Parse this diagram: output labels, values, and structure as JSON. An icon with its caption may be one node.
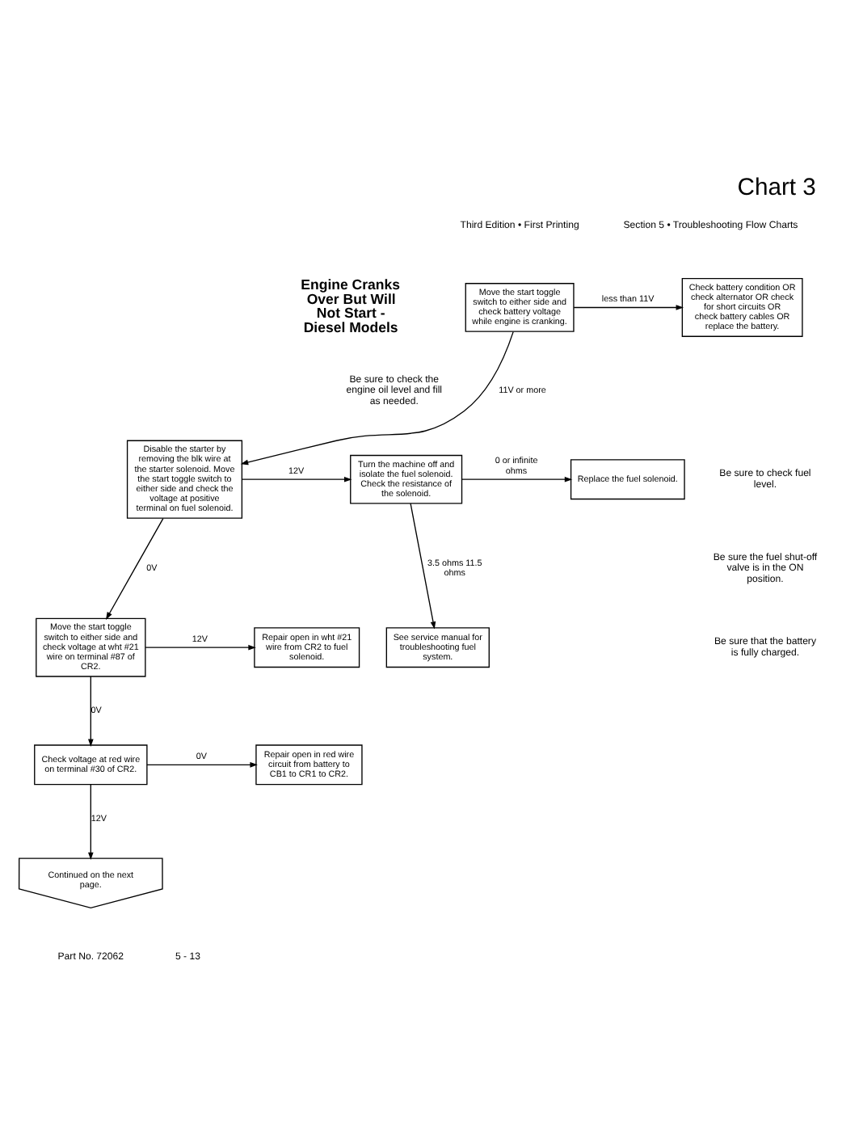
{
  "diagram": {
    "title": "Chart 3",
    "nodes": [
      {
        "text": [
          "Move the start toggle switch to either side and check battery voltage while engine is cranking."
        ]
      },
      {
        "text": [
          "Check battery condition OR check alternator OR check for short circuits OR check battery cables OR replace the battery."
        ]
      },
      {
        "text": [
          "Disable the starter by removing the blk wire at the starter solenoid. Move the start toggle switch to either side and check the voltage at positive terminal on fuel solenoid."
        ]
      },
      {
        "text": [
          "Turn the machine off and isolate the fuel solenoid. Check the resistance of the solenoid."
        ]
      },
      {
        "text": [
          "Replace the fuel solenoid."
        ]
      },
      {
        "text": [
          "See service manual for troubleshooting fuel system."
        ]
      },
      {
        "text": [
          "Move the start toggle switch to either side and check voltage at wht #21 wire on terminal #87 of CR2."
        ]
      },
      {
        "text": [
          "Repair open in wht #21 wire from CR2 to fuel solenoid."
        ]
      },
      {
        "text": [
          "Check voltage at red wire on terminal #30 of CR2."
        ]
      },
      {
        "text": [
          "Repair open in red wire circuit from battery to CB1 to CR1 to CR2."
        ]
      },
      {
        "text": [
          "Continued on the next page."
        ]
      }
    ],
    "edges": [
      {
        "from": 0,
        "to": 1,
        "arrow": "to",
        "label": "less than 11V"
      },
      {
        "from": 0,
        "to": 2,
        "arrow": "to",
        "label": "11V or more"
      },
      {
        "from": 2,
        "to": 3,
        "arrow": "to",
        "label": "12V"
      },
      {
        "from": 3,
        "to": 4,
        "arrow": "to",
        "label": "0 or infinite ohms"
      },
      {
        "from": 3,
        "to": 5,
        "arrow": "to",
        "label": "3.5 ohms 11.5 ohms"
      },
      {
        "from": 2,
        "to": 6,
        "arrow": "to",
        "label": "0V"
      },
      {
        "from": 6,
        "to": 7,
        "arrow": "to",
        "label": "12V"
      },
      {
        "from": 6,
        "to": 8,
        "arrow": "to",
        "label": "0V"
      },
      {
        "from": 8,
        "to": 9,
        "arrow": "to",
        "label": "0V"
      },
      {
        "from": 8,
        "to": 10,
        "arrow": "to",
        "label": "12V"
      }
    ],
    "labels": [
      "Third Edition • First Printing",
      "Section 5 • Troubleshooting Flow Charts",
      "Engine Cranks Over But Will Not Start - Diesel Models",
      "Be sure to check the engine oil level and fill as needed.",
      "Be sure to check fuel level.",
      "Be sure the fuel shut-off valve is in the ON position.",
      "Be sure that the battery is fully charged.",
      "Part No. 72062",
      "5 - 13"
    ]
  }
}
